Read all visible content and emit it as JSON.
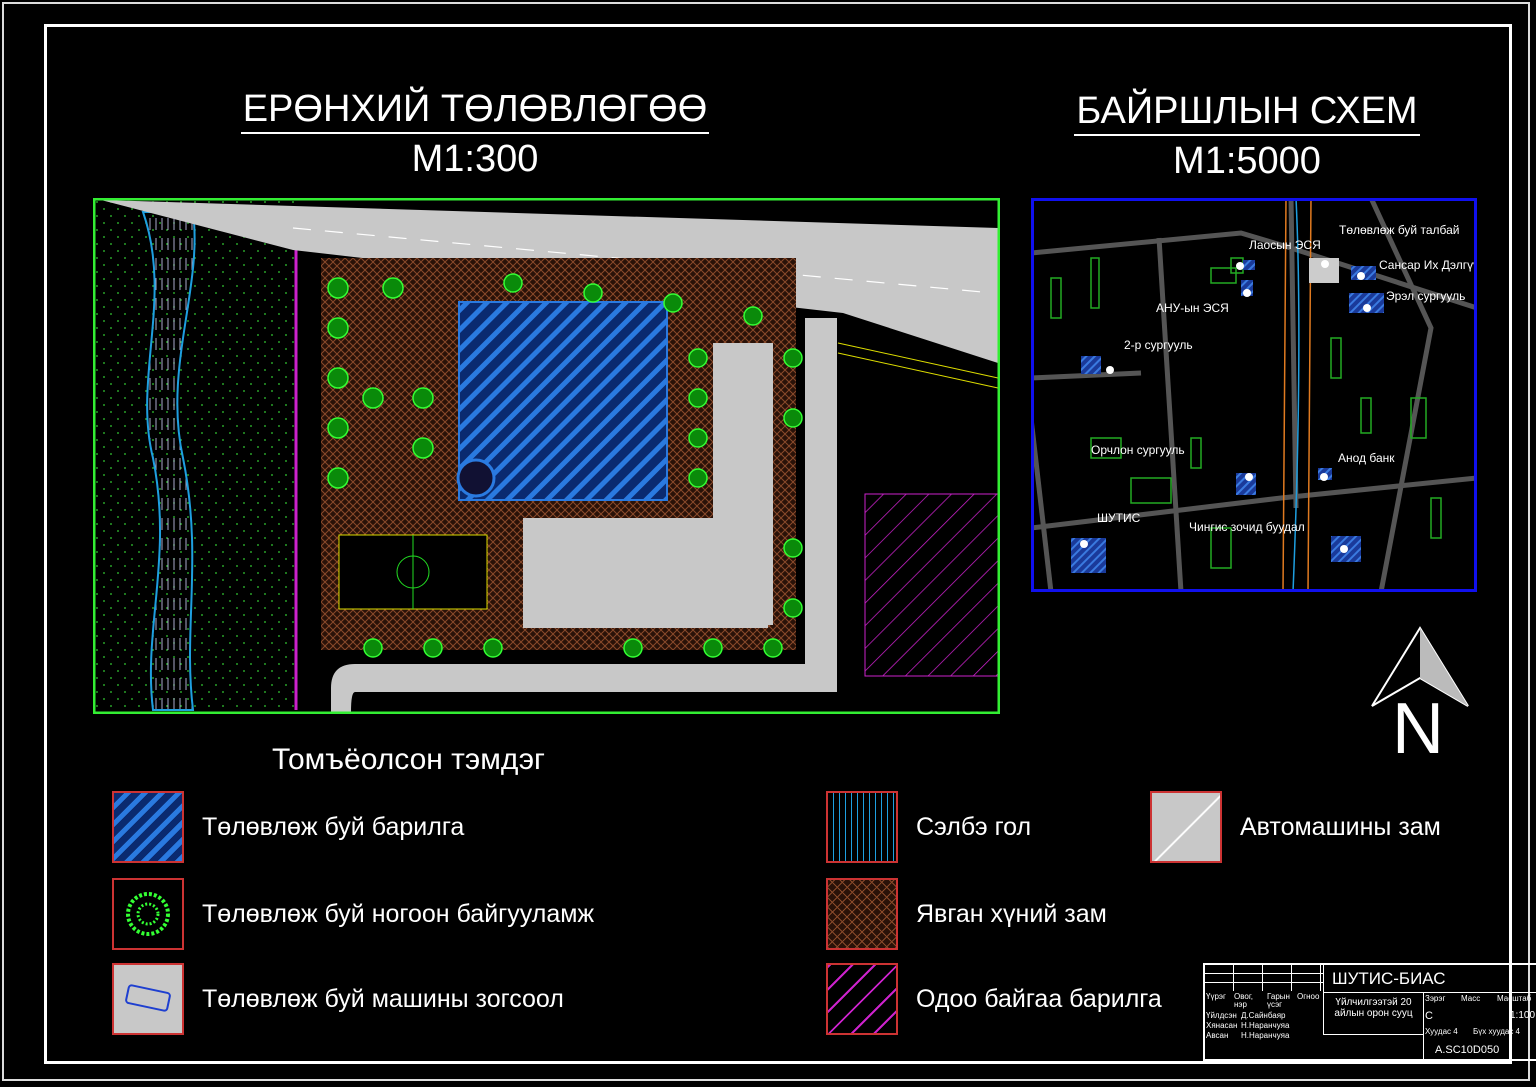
{
  "general_plan": {
    "title": "ЕРӨНХИЙ ТӨЛӨВЛӨГӨӨ",
    "scale": "M1:300"
  },
  "location_scheme": {
    "title": "БАЙРШЛЫН СХЕМ",
    "scale": "M1:5000",
    "labels": [
      "Төлөвлөж буй талбай",
      "Лаосын ЭСЯ",
      "Сансар Их Дэлгүүр",
      "АНУ-ын ЭСЯ",
      "Эрэл сургууль",
      "2-р сургууль",
      "Орчлон сургууль",
      "Анод банк",
      "ШУТИС",
      "Чингис зочид буудал"
    ]
  },
  "legend": {
    "title": "Томъёолсон тэмдэг",
    "items": [
      {
        "label": "Төлөвлөж буй барилга",
        "icon": "blue-hatch"
      },
      {
        "label": "Төлөвлөж буй ногоон байгууламж",
        "icon": "tree"
      },
      {
        "label": "Төлөвлөж буй машины зогсоол",
        "icon": "car"
      },
      {
        "label": "Сэлбэ гол",
        "icon": "river-hatch"
      },
      {
        "label": "Явган хүний зам",
        "icon": "brown-crosshatch"
      },
      {
        "label": "Одоо байгаа барилга",
        "icon": "magenta-hatch"
      },
      {
        "label": "Автомашины зам",
        "icon": "road"
      }
    ]
  },
  "north_label": "N",
  "title_block": {
    "org": "ШУТИС-БИАС",
    "roles": [
      "Үйлдсэн",
      "Хянасан",
      "Авсан"
    ],
    "names": [
      "Д.Сайнбаяр",
      "Н.Наранчуяа",
      "Н.Наранчуяа"
    ],
    "col_headers": [
      "Үүрэг",
      "Овог, нэр",
      "Гарын үсэг",
      "Огноо"
    ],
    "project": "Үйлчилгээтэй 20 айлын орон сууц",
    "stage_header": "Зэрэг",
    "mass_header": "Масс",
    "scale_header": "Масштаб",
    "stage": "С",
    "scale": "1:100",
    "sheet": "Хуудас 4",
    "sheets_total": "Бүх хуудас 4",
    "code": "A.SC10D050"
  },
  "colors": {
    "building": "#1e6fd9",
    "green": "#22dd22",
    "magenta": "#cc22cc",
    "road": "#c8c8c8",
    "river": "#1e9fe0",
    "frame_site": "#33ee33",
    "frame_location": "#1010ee"
  }
}
